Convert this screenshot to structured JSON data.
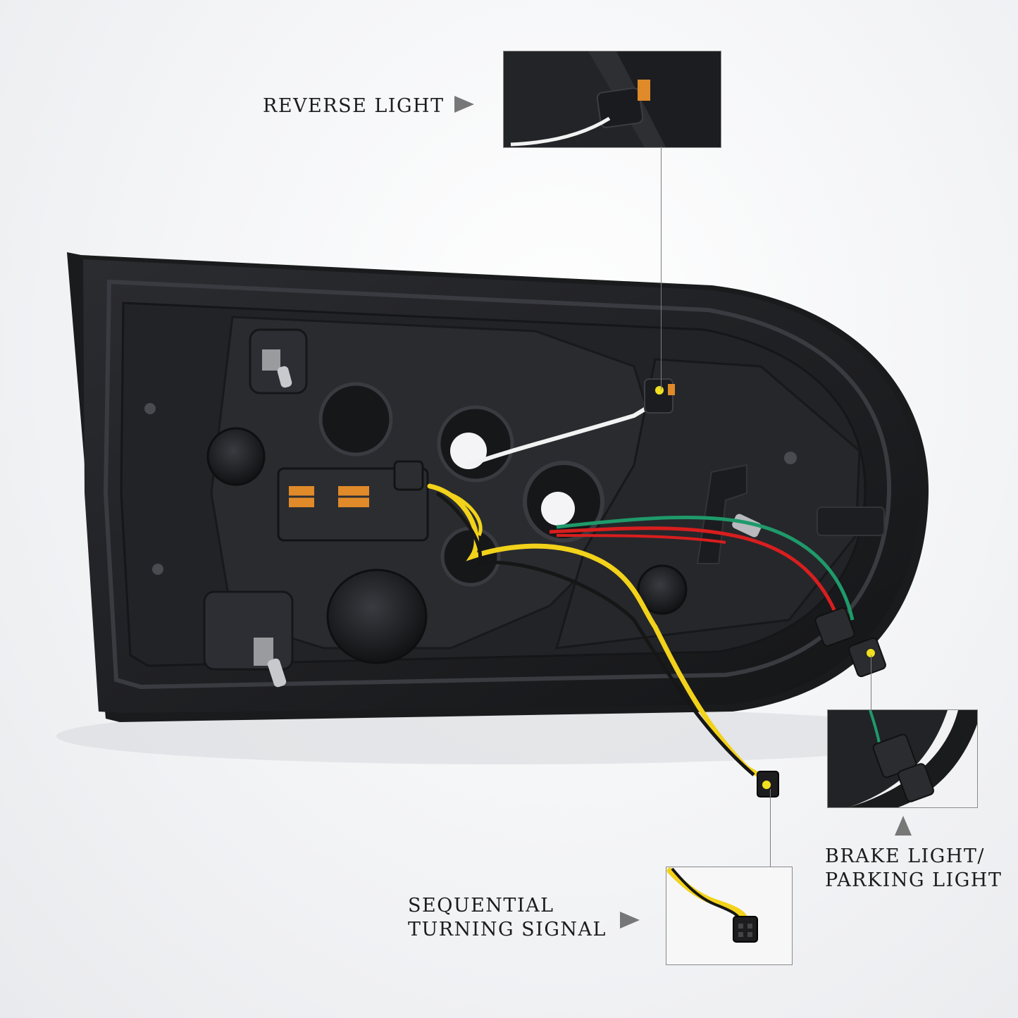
{
  "callouts": {
    "reverse": {
      "label": "REVERSE LIGHT"
    },
    "brake": {
      "line1": "BRAKE LIGHT/",
      "line2": "PARKING LIGHT"
    },
    "turn": {
      "line1": "SEQUENTIAL",
      "line2": "TURNING SIGNAL"
    }
  },
  "colors": {
    "housing": "#1e1f22",
    "wire_white": "#f2f2f2",
    "wire_yellow": "#f2d21a",
    "wire_red": "#d81e1e",
    "wire_green": "#1f9a6a",
    "connector_orange": "#e08a2a"
  }
}
